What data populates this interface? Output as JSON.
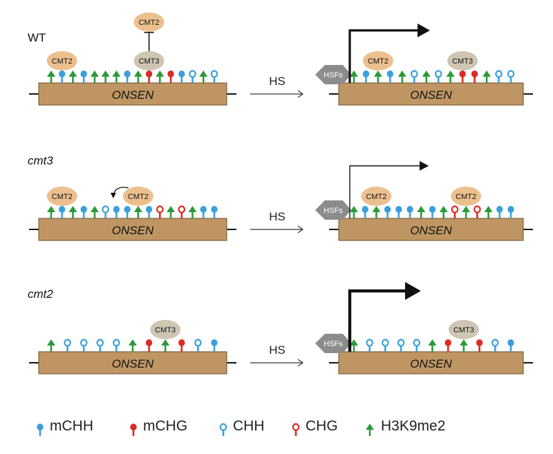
{
  "colors": {
    "box_fill": "#bf9663",
    "box_stroke": "#6b4f2c",
    "cmt2_fill": "#ecc08e",
    "cmt3_fill": "#cfc5b3",
    "hsf_fill": "#8c8c8c",
    "meth_chh": "#3aa0dd",
    "meth_chg": "#dd2a24",
    "h3k9": "#2c9a3a",
    "arrow": "#111111"
  },
  "rows": [
    {
      "genotype": "WT",
      "italic": false,
      "gene": "ONSEN",
      "treatment": "HS",
      "arrow_strength": "strong",
      "before": {
        "marks": [
          "H3K9me2",
          "mCHH",
          "H3K9me2",
          "mCHH",
          "H3K9me2",
          "H3K9me2",
          "H3K9me2",
          "mCHH",
          "H3K9me2",
          "mCHG",
          "H3K9me2",
          "mCHG",
          "mCHH",
          "CHH",
          "H3K9me2",
          "CHH"
        ],
        "proteins": [
          {
            "name": "CMT2",
            "type": "cmt2",
            "near_mark": 1
          },
          {
            "name": "CMT3",
            "type": "cmt3",
            "near_mark": 9
          },
          {
            "name": "CMT2",
            "type": "cmt2",
            "near_mark": 9,
            "inhibits": true,
            "raised": true
          }
        ]
      },
      "after": {
        "hsf_label": "HSFs",
        "marks": [
          "H3K9me2",
          "mCHH",
          "H3K9me2",
          "mCHH",
          "H3K9me2",
          "CHH",
          "H3K9me2",
          "CHH",
          "H3K9me2",
          "mCHG",
          "mCHG",
          "H3K9me2",
          "CHH",
          "CHH"
        ],
        "proteins": [
          {
            "name": "CMT2",
            "type": "cmt2",
            "near_mark": 2
          },
          {
            "name": "CMT3",
            "type": "cmt3",
            "near_mark": 9
          }
        ]
      }
    },
    {
      "genotype": "cmt3",
      "italic": true,
      "gene": "ONSEN",
      "treatment": "HS",
      "arrow_strength": "weak",
      "before": {
        "marks": [
          "H3K9me2",
          "mCHH",
          "H3K9me2",
          "mCHH",
          "H3K9me2",
          "CHH",
          "mCHH",
          "mCHH",
          "H3K9me2",
          "mCHH",
          "CHG",
          "H3K9me2",
          "CHG",
          "H3K9me2",
          "mCHH",
          "mCHH"
        ],
        "proteins": [
          {
            "name": "CMT2",
            "type": "cmt2",
            "near_mark": 1
          },
          {
            "name": "CMT2",
            "type": "cmt2",
            "near_mark": 8,
            "recruit_arrow": true
          }
        ]
      },
      "after": {
        "hsf_label": "HSFs",
        "marks": [
          "H3K9me2",
          "mCHH",
          "H3K9me2",
          "mCHH",
          "mCHH",
          "mCHH",
          "H3K9me2",
          "mCHH",
          "H3K9me2",
          "CHG",
          "H3K9me2",
          "CHG",
          "H3K9me2",
          "mCHH",
          "mCHH"
        ],
        "proteins": [
          {
            "name": "CMT2",
            "type": "cmt2",
            "near_mark": 2
          },
          {
            "name": "CMT2",
            "type": "cmt2",
            "near_mark": 10
          }
        ]
      }
    },
    {
      "genotype": "cmt2",
      "italic": true,
      "gene": "ONSEN",
      "treatment": "HS",
      "arrow_strength": "strongest",
      "before": {
        "marks": [
          "H3K9me2",
          "CHH",
          "CHH",
          "CHH",
          "CHH",
          "H3K9me2",
          "mCHG",
          "H3K9me2",
          "mCHG",
          "CHH",
          "mCHH"
        ],
        "proteins": [
          {
            "name": "CMT3",
            "type": "cmt3",
            "near_mark": 7
          }
        ]
      },
      "after": {
        "hsf_label": "HSFs",
        "marks": [
          "H3K9me2",
          "CHH",
          "CHH",
          "CHH",
          "CHH",
          "H3K9me2",
          "mCHG",
          "H3K9me2",
          "mCHG",
          "CHH",
          "mCHH"
        ],
        "proteins": [
          {
            "name": "CMT3",
            "type": "cmt3",
            "near_mark": 7
          }
        ]
      }
    }
  ],
  "legend": [
    {
      "key": "mCHH",
      "label": "mCHH"
    },
    {
      "key": "mCHG",
      "label": "mCHG"
    },
    {
      "key": "CHH",
      "label": "CHH"
    },
    {
      "key": "CHG",
      "label": "CHG"
    },
    {
      "key": "H3K9me2",
      "label": "H3K9me2"
    }
  ]
}
